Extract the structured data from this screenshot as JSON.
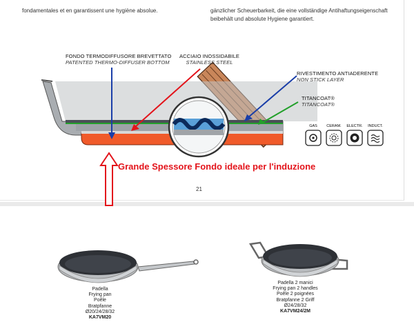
{
  "top_text": {
    "left_snippet": "fondamentales et en garantissent une hygiène absolue.",
    "right_snippet_1": "gänzlicher Scheuerbarkeit, die eine vollständige Antihaftungseigenschaft",
    "right_snippet_2": "beibehält und absolute Hygiene garantiert."
  },
  "labels": {
    "thermo_it": "FONDO TERMODIFFUSORE BREVETTATO",
    "thermo_en": "PATENTED THERMO-DIFFUSER  BOTTOM",
    "steel_it": "ACCIAIO INOSSIDABILE",
    "steel_en": "STAINLESS STEEL",
    "nonstick_it": "RIVESTIMENTO ANTIADERENTE",
    "nonstick_en": "NON STICK LAYER",
    "titan_it": "TITANCOAT®",
    "titan_en": "TITANCOAT®"
  },
  "hobs": [
    {
      "label": "GAS",
      "icon": "gas-hob-icon"
    },
    {
      "label": "CERAM.",
      "icon": "ceramic-hob-icon"
    },
    {
      "label": "ELECTR.",
      "icon": "electric-hob-icon"
    },
    {
      "label": "INDUCT.",
      "icon": "induction-hob-icon"
    }
  ],
  "red_note": "Grande Spessore Fondo ideale per l'induzione",
  "page_number": "21",
  "products": [
    {
      "line1": "Padella",
      "line2": "Frying pan",
      "line3": "Poêle",
      "line4": "Bratpfanne",
      "sizes": "Ø20/24/28/32",
      "code": "KA7VM20"
    },
    {
      "line1": "Padella 2 manici",
      "line2": "Frying pan 2 handles",
      "line3": "Poêle 2 poignées",
      "line4": "Bratpfanne 2 Griff",
      "sizes": "Ø24/28/32",
      "code": "KA7VM24/2M"
    }
  ],
  "colors": {
    "red": "#e3141b",
    "blue": "#1a3ea8",
    "green": "#22a02a",
    "copper": "#f05a2a",
    "steel": "#a9adb1"
  }
}
